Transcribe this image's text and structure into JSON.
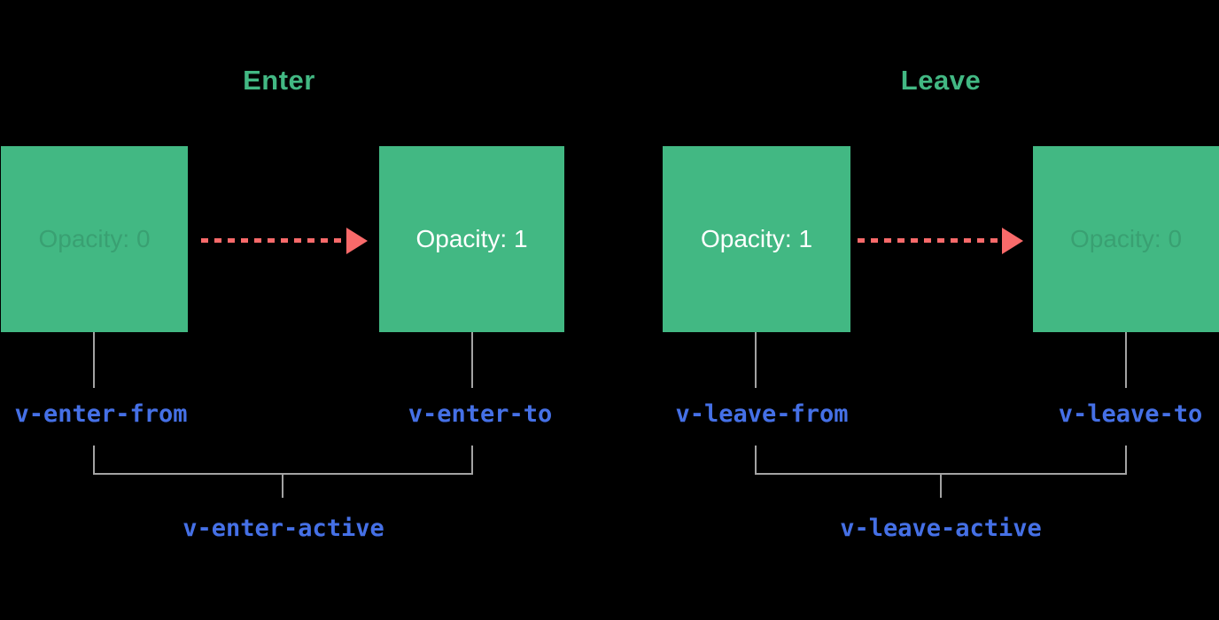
{
  "diagram": {
    "colors": {
      "background": "#000000",
      "box_green": "#42b883",
      "title_green": "#42b883",
      "arrow_red": "#f96a6a",
      "line_gray": "#a3a3a3",
      "label_blue": "#4570e6",
      "box_text_white": "#ffffff",
      "box_text_dim": "rgba(0,0,0,0.13)"
    },
    "enter": {
      "title": "Enter",
      "from_box_text": "Opacity: 0",
      "to_box_text": "Opacity: 1",
      "from_label": "v-enter-from",
      "to_label": "v-enter-to",
      "active_label": "v-enter-active"
    },
    "leave": {
      "title": "Leave",
      "from_box_text": "Opacity: 1",
      "to_box_text": "Opacity: 0",
      "from_label": "v-leave-from",
      "to_label": "v-leave-to",
      "active_label": "v-leave-active"
    }
  }
}
